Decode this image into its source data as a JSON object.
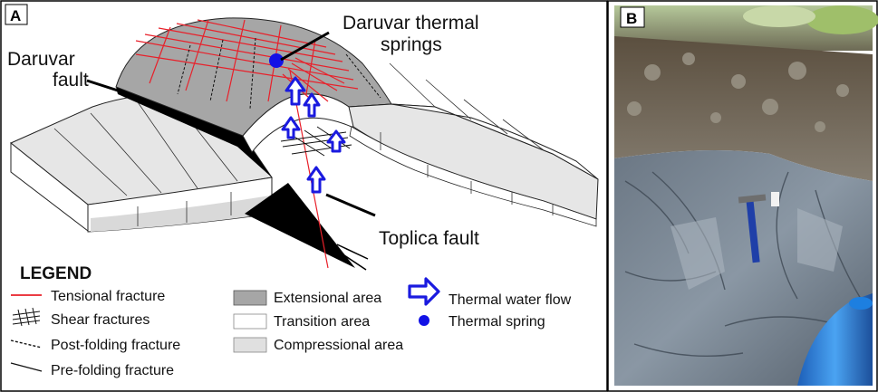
{
  "panel_a": {
    "label": "A",
    "annotations": {
      "daruvar_fault": [
        "Daruvar",
        "fault"
      ],
      "thermal_springs": [
        "Daruvar thermal",
        "springs"
      ],
      "toplica_fault": "Toplica fault"
    },
    "legend": {
      "title": "LEGEND",
      "col1": [
        {
          "symbol": "red-line-icon",
          "label": "Tensional fracture"
        },
        {
          "symbol": "crosshatch-icon",
          "label": "Shear fractures"
        },
        {
          "symbol": "dashed-line-icon",
          "label": "Post-folding fracture"
        },
        {
          "symbol": "thin-line-icon",
          "label": "Pre-folding fracture"
        }
      ],
      "col2": [
        {
          "symbol": "dark-grey-box-icon",
          "label": "Extensional area",
          "color": "#a6a6a6"
        },
        {
          "symbol": "white-box-icon",
          "label": "Transition area",
          "color": "#ffffff"
        },
        {
          "symbol": "light-grey-box-icon",
          "label": "Compressional area",
          "color": "#e0e0e0"
        }
      ],
      "col3": [
        {
          "symbol": "blue-arrow-icon",
          "label": "Thermal water flow"
        },
        {
          "symbol": "blue-dot-icon",
          "label": "Thermal spring"
        }
      ]
    },
    "colors": {
      "tensional": "#e8202a",
      "flow": "#1a1adf",
      "spring": "#1212e6",
      "fault_block": "#000000"
    }
  },
  "panel_b": {
    "label": "B",
    "content": "field photograph of a weathered grey marl outcrop with a blue geological hammer and a blue pipe"
  }
}
